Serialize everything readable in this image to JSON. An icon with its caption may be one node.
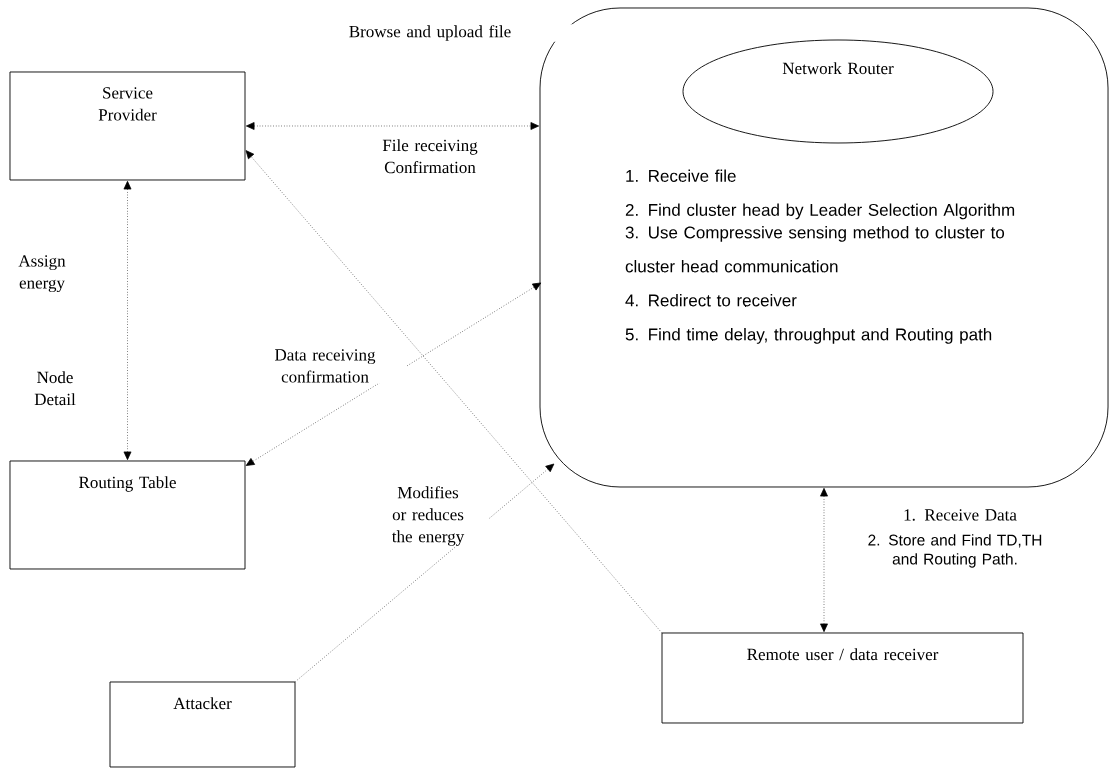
{
  "diagram": {
    "nodes": [
      {
        "text": [
          "Service Provider"
        ]
      },
      {
        "text": [
          "1. Receive file",
          "2. Find cluster head by Leader Selection Algorithm",
          "3. Use Compressive sensing method to cluster to cluster head communication",
          "4. Redirect to receiver",
          "5. Find time delay, throughput and Routing path"
        ]
      },
      {
        "text": [
          "Network Router"
        ],
        "in": 1
      },
      {
        "text": [
          "Routing Table"
        ]
      },
      {
        "text": [
          "Attacker"
        ]
      },
      {
        "text": [
          "Remote user / data receiver"
        ]
      }
    ],
    "edges": [
      {
        "from": 0,
        "to": 1,
        "arrow": "both"
      },
      {
        "from": 0,
        "to": 3,
        "arrow": "both"
      },
      {
        "from": 1,
        "to": 3,
        "arrow": "both"
      },
      {
        "from": 4,
        "to": 1,
        "arrow": "to"
      },
      {
        "from": 1,
        "to": 5,
        "arrow": "both"
      },
      {
        "from": 5,
        "to": 0,
        "arrow": "to"
      }
    ],
    "labels": [
      "Browse and upload file",
      "File receiving Confirmation",
      "Assign energy",
      "Node Detail",
      "Data receiving confirmation",
      "Modifies or reduces the energy",
      "1. Receive Data",
      "2.  Store and Find TD,TH and Routing Path."
    ]
  }
}
